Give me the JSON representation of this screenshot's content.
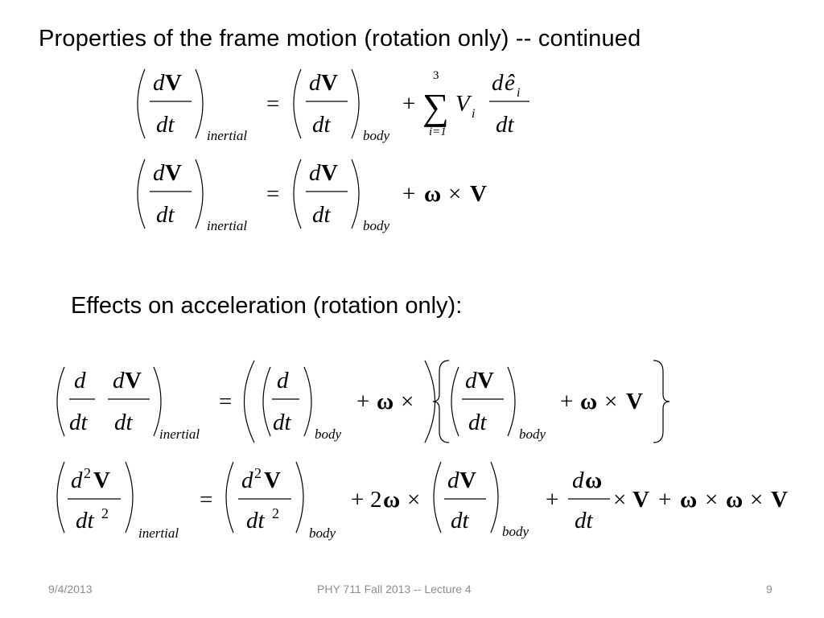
{
  "slide": {
    "title": "Properties of the frame motion (rotation only) -- continued",
    "subtitle": "Effects on acceleration (rotation only):"
  },
  "symbols": {
    "d": "d",
    "dt": "dt",
    "V": "V",
    "omega": "ω",
    "ehat": "ê",
    "i": "i",
    "V_sub_i": "V",
    "two": "2",
    "equals": "=",
    "plus": "+",
    "times": "×",
    "sum": "∑",
    "sum_upper": "3",
    "sum_lower": "i=1"
  },
  "subscripts": {
    "inertial": "inertial",
    "body": "body"
  },
  "footer": {
    "date": "9/4/2013",
    "center": "PHY 711  Fall 2013 -- Lecture 4",
    "page": "9"
  }
}
